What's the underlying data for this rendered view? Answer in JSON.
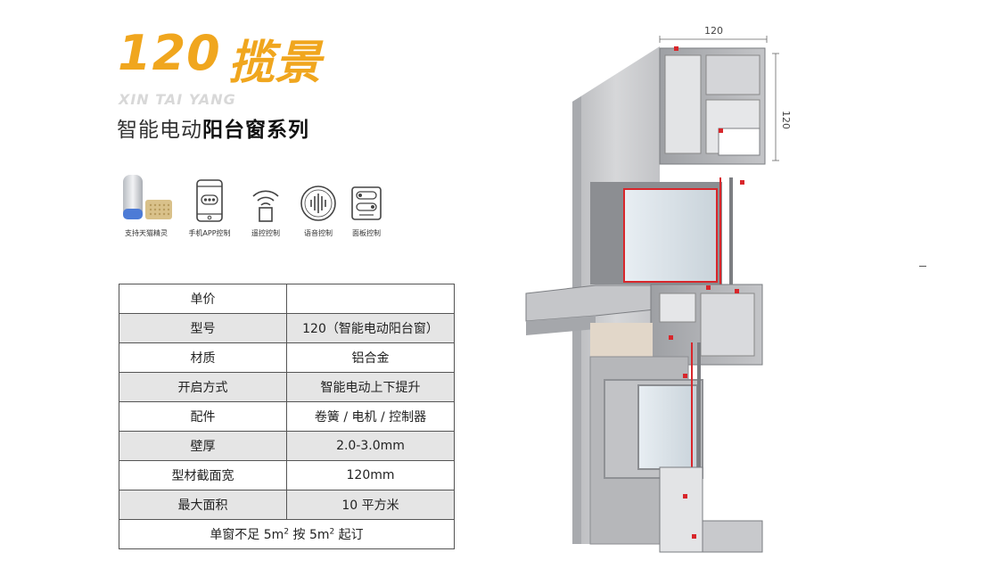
{
  "title": {
    "number": "120",
    "name": "揽景"
  },
  "brand": "XIN TAI YANG",
  "subtitle": {
    "prefix": "智能电动",
    "bold": "阳台窗系列"
  },
  "features": [
    {
      "label": "支持天猫精灵",
      "icon": "smart-speaker-icon"
    },
    {
      "label": "手机APP控制",
      "icon": "phone-app-icon"
    },
    {
      "label": "遥控控制",
      "icon": "remote-signal-icon"
    },
    {
      "label": "语音控制",
      "icon": "voice-control-icon"
    },
    {
      "label": "面板控制",
      "icon": "control-panel-icon"
    }
  ],
  "specs": [
    {
      "key": "单价",
      "value": ""
    },
    {
      "key": "型号",
      "value": "120（智能电动阳台窗）"
    },
    {
      "key": "材质",
      "value": "铝合金"
    },
    {
      "key": "开启方式",
      "value": "智能电动上下提升"
    },
    {
      "key": "配件",
      "value": "卷簧 / 电机 / 控制器"
    },
    {
      "key": "壁厚",
      "value": "2.0-3.0mm"
    },
    {
      "key": "型材截面宽",
      "value": "120mm"
    },
    {
      "key": "最大面积",
      "value": "10 平方米"
    }
  ],
  "note": {
    "a": "单窗不足 5m",
    "sup1": "2",
    "b": " 按 5m",
    "sup2": "2",
    "c": " 起订"
  },
  "dimensions": {
    "width": "120",
    "height": "120"
  },
  "colors": {
    "accent": "#f0a61e",
    "aluminium": "#c9cacc",
    "seal": "#d8262b"
  }
}
